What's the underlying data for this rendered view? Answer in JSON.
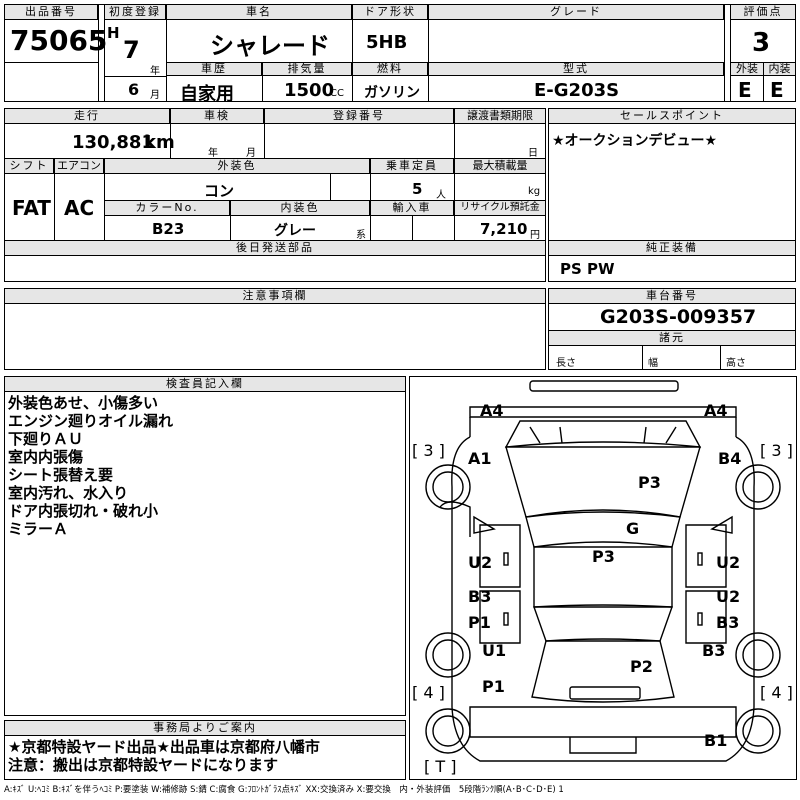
{
  "top": {
    "lot_label": "出品番号",
    "lot_number": "75065",
    "first_reg_label": "初度登録",
    "era": "H",
    "year": "7",
    "year_unit": "年",
    "month": "6",
    "month_unit": "月",
    "car_name_label": "車名",
    "car_name": "シャレード",
    "door_label": "ドア形状",
    "door": "5HB",
    "grade_label": "グレード",
    "grade": "",
    "score_label": "評価点",
    "score": "3",
    "history_label": "車歴",
    "history": "自家用",
    "displacement_label": "排気量",
    "displacement": "1500",
    "displacement_unit": "CC",
    "fuel_label": "燃料",
    "fuel": "ガソリン",
    "model_label": "型式",
    "model": "E-G203S",
    "exterior_label": "外装",
    "exterior": "E",
    "interior_label": "内装",
    "interior": "E"
  },
  "mid": {
    "mileage_label": "走行",
    "mileage": "130,881",
    "mileage_unit": "km",
    "inspection_label": "車検",
    "year_unit": "年",
    "month_unit": "月",
    "reg_no_label": "登録番号",
    "transfer_label": "譲渡書類期限",
    "day_unit": "日",
    "shift_label": "シフト",
    "shift": "FAT",
    "ac_label": "エアコン",
    "ac": "AC",
    "color_label": "外装色",
    "color": "コン",
    "capacity_label": "乗車定員",
    "capacity": "5",
    "capacity_unit": "人",
    "load_label": "最大積載量",
    "load_unit": "kg",
    "color_no_label": "カラーNo.",
    "color_no": "B23",
    "int_color_label": "内装色",
    "int_color": "グレー",
    "int_color_unit": "系",
    "import_label": "輸入車",
    "recycle_label": "リサイクル預託金",
    "recycle": "7,210",
    "recycle_unit": "円",
    "later_parts_label": "後日発送部品",
    "sales_label": "セールスポイント",
    "sales": "★オークションデビュー★",
    "equipment_label": "純正装備",
    "equipment": "PS PW"
  },
  "notes": {
    "caution_label": "注意事項欄",
    "chassis_label": "車台番号",
    "chassis": "G203S-009357",
    "specs_label": "諸元",
    "length_label": "長さ",
    "width_label": "幅",
    "height_label": "高さ"
  },
  "inspector": {
    "label": "検査員記入欄",
    "lines": [
      "外装色あせ、小傷多い",
      "エンジン廻りオイル漏れ",
      "下廻りＡＵ",
      "室内内張傷",
      "シート張替え要",
      "室内汚れ、水入り",
      "ドア内張切れ・破れ小",
      "ミラーＡ"
    ]
  },
  "office": {
    "label": "事務局よりご案内",
    "lines": [
      "★京都特設ヤード出品★出品車は京都府八幡市",
      "注意：搬出は京都特設ヤードになります"
    ]
  },
  "diagram": {
    "marks": [
      "A4",
      "A4",
      "[ 3 ]",
      "[ 3 ]",
      "A1",
      "B4",
      "P3",
      "G",
      "U2",
      "P3",
      "U2",
      "B3",
      "U2",
      "P1",
      "B3",
      "U1",
      "B3",
      "P2",
      "[ 4 ]",
      "[ 4 ]",
      "P1",
      "B1",
      "[ T ]"
    ]
  },
  "legend": "A:ｷｽﾞ U:ﾍｺﾐ B:ｷｽﾞを伴うﾍｺﾐ P:要塗装 W:補修跡 S:錆 C:腐食 G:ﾌﾛﾝﾄｶﾞﾗｽ点ｷｽﾞ XX:交換済み X:要交換　内・外装評価　5段階ﾗﾝｸ順(A･B･C･D･E) 1"
}
